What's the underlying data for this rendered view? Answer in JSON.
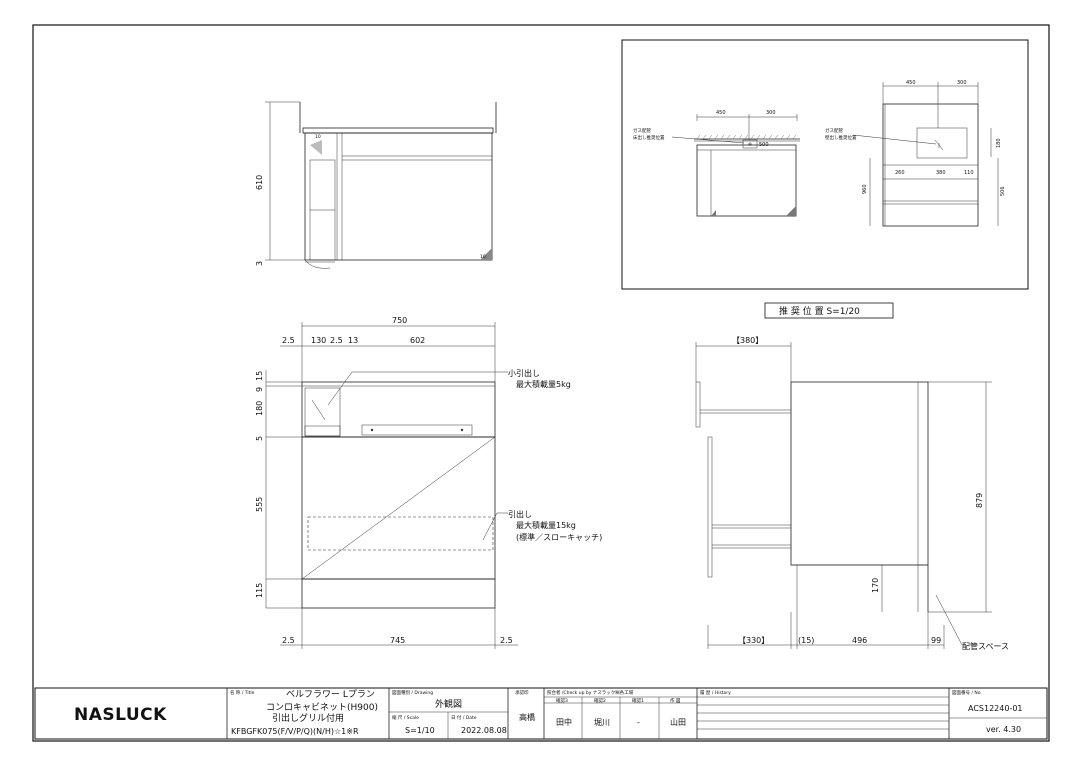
{
  "recommend_label": "推 奨 位 置 S=1/20",
  "inset": {
    "left_dims": [
      "450",
      "300",
      "500"
    ],
    "right_dims": [
      "450",
      "300",
      "180",
      "260",
      "380",
      "110",
      "960",
      "506"
    ],
    "note_left_1": "ガス配管",
    "note_left_2": "床出し推奨位置",
    "note_right_1": "ガス配管",
    "note_right_2": "壁出し推奨位置"
  },
  "top_view": {
    "dims": [
      "610",
      "3"
    ],
    "marks": [
      "10",
      "10"
    ]
  },
  "front_view": {
    "top_dims": [
      "750",
      "2.5",
      "130",
      "2.5",
      "13",
      "602"
    ],
    "left_dims": [
      "15",
      "9",
      "180",
      "5",
      "555",
      "115"
    ],
    "bottom_dims": [
      "2.5",
      "745",
      "2.5"
    ],
    "drawer_small_1": "小引出し",
    "drawer_small_2": "最大積載量5kg",
    "drawer_1": "引出し",
    "drawer_2": "最大積載量15kg",
    "drawer_3": "(標準／スローキャッチ)"
  },
  "side_view": {
    "dims": [
      "【380】",
      "879",
      "170",
      "【330】",
      "(15)",
      "496",
      "99"
    ],
    "pipe_space": "配管スペース"
  },
  "title_block": {
    "logo": "NASLUCK",
    "title_label": "名 称 / Title",
    "title_1": "ベルフラワー Lプラン",
    "title_2": "コンロキャビネット(H900)",
    "title_3": "引出しグリル付用",
    "title_4": "KFBGFK075(F/V/P/Q)(N/H)☆1※R",
    "drawing_label": "図面種別 / Drawing",
    "drawing": "外観図",
    "scale_label": "縮 尺 / Scale",
    "scale": "S=1/10",
    "date_label": "日 付 / Date",
    "date": "2022.08.08",
    "approver_label": "承認印",
    "approver": "高橋",
    "check_label": "照合者 /Check up by ナスラック㈱各工場",
    "check_cols": [
      "確認3",
      "確認2",
      "確認1",
      "作 図"
    ],
    "checkers": [
      "田中",
      "堀川",
      "-",
      "山田"
    ],
    "history_label": "履 歴 / History",
    "number_label": "図面番号 / No.",
    "number": "ACS12240-01",
    "version": "ver. 4.30"
  }
}
